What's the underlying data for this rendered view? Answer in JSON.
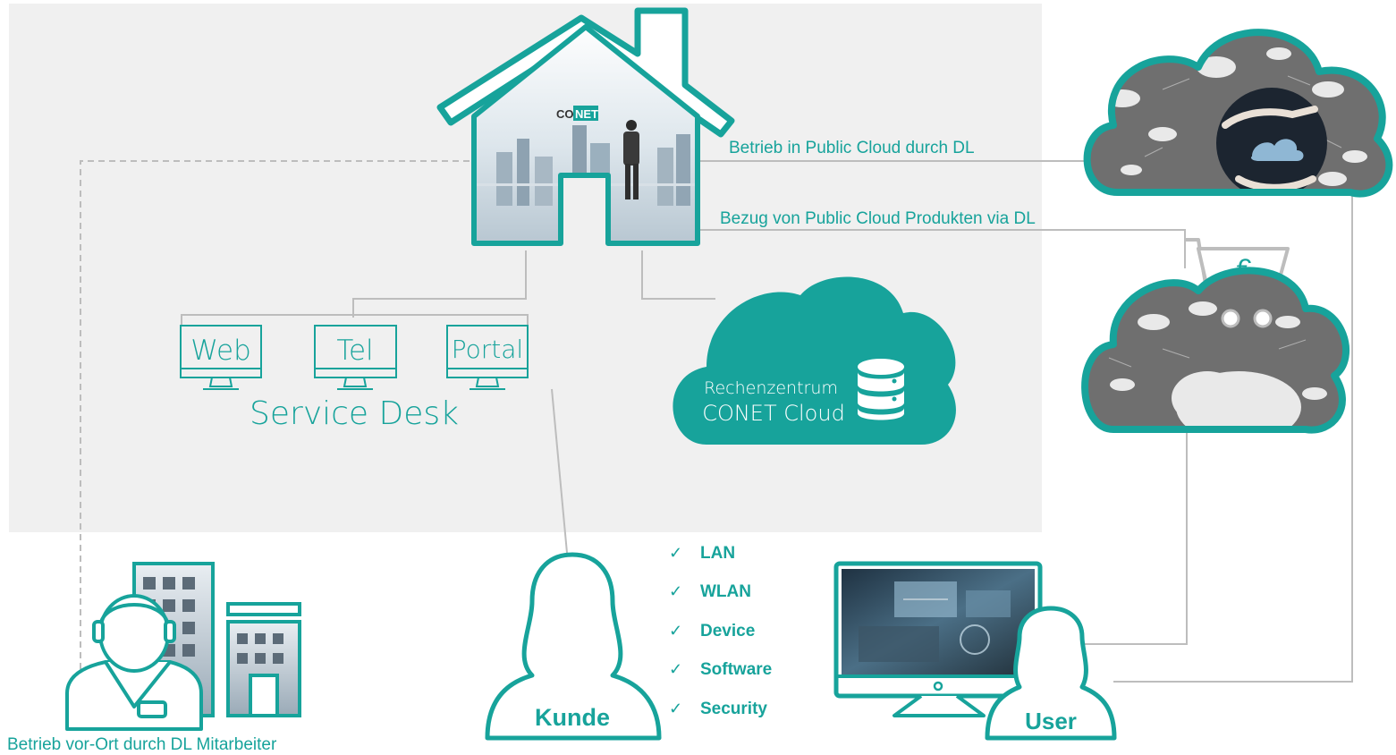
{
  "colors": {
    "accent": "#17a39b",
    "panel": "#f0f0f0",
    "line": "#bdbdbd",
    "cloud_photo": "#6f6f6f"
  },
  "house": {
    "logo_left": "CO",
    "logo_right": "NET"
  },
  "connections": {
    "public_cloud_operation": "Betrieb in Public Cloud durch DL",
    "public_cloud_products": "Bezug von Public Cloud Produkten via DL",
    "onsite_operation": "Betrieb vor-Ort durch DL Mitarbeiter"
  },
  "service_desk": {
    "title": "Service Desk",
    "channels": [
      "Web",
      "Tel",
      "Portal"
    ]
  },
  "datacenter": {
    "line1": "Rechenzentrum",
    "line2": "CONET Cloud",
    "icon": "database-icon"
  },
  "cart": {
    "currency": "€",
    "icon": "shopping-cart-icon"
  },
  "customer": {
    "label": "Kunde",
    "checklist": [
      "LAN",
      "WLAN",
      "Device",
      "Software",
      "Security"
    ]
  },
  "user": {
    "label": "User"
  }
}
